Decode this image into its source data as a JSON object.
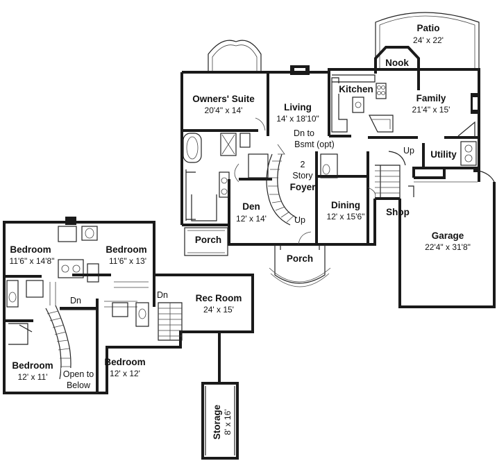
{
  "floor_plan": {
    "rooms": {
      "patio": {
        "name": "Patio",
        "size": "24' x 22'"
      },
      "nook": {
        "name": "Nook"
      },
      "kitchen": {
        "name": "Kitchen"
      },
      "family": {
        "name": "Family",
        "size": "21'4\" x 15'"
      },
      "owners_suite": {
        "name": "Owners' Suite",
        "size": "20'4\" x 14'"
      },
      "living": {
        "name": "Living",
        "size": "14' x 18'10\""
      },
      "utility": {
        "name": "Utility"
      },
      "foyer": {
        "line1": "2",
        "line2": "Story",
        "line3": "Foyer"
      },
      "den": {
        "name": "Den",
        "size": "12' x 14'"
      },
      "dining": {
        "name": "Dining",
        "size": "12' x 15'6\""
      },
      "shop": {
        "name": "Shop"
      },
      "garage": {
        "name": "Garage",
        "size": "22'4\" x 31'8\""
      },
      "porch_left": {
        "name": "Porch"
      },
      "porch_front": {
        "name": "Porch"
      },
      "bedroom_1": {
        "name": "Bedroom",
        "size": "11'6\" x 14'8\""
      },
      "bedroom_2": {
        "name": "Bedroom",
        "size": "11'6\" x 13'"
      },
      "bedroom_3": {
        "name": "Bedroom",
        "size": "12' x 11'"
      },
      "bedroom_4": {
        "name": "Bedroom",
        "size": "12' x 12'"
      },
      "rec_room": {
        "name": "Rec Room",
        "size": "24' x 15'"
      },
      "storage": {
        "name": "Storage",
        "size": "8' x 16'"
      }
    },
    "notes": {
      "dn_to_bsmt_line1": "Dn to",
      "dn_to_bsmt_line2": "Bsmt (opt)",
      "up_foyer": "Up",
      "up_utility": "Up",
      "dn_upper_left": "Dn",
      "dn_upper_right": "Dn",
      "open_to_below_line1": "Open to",
      "open_to_below_line2": "Below"
    }
  }
}
